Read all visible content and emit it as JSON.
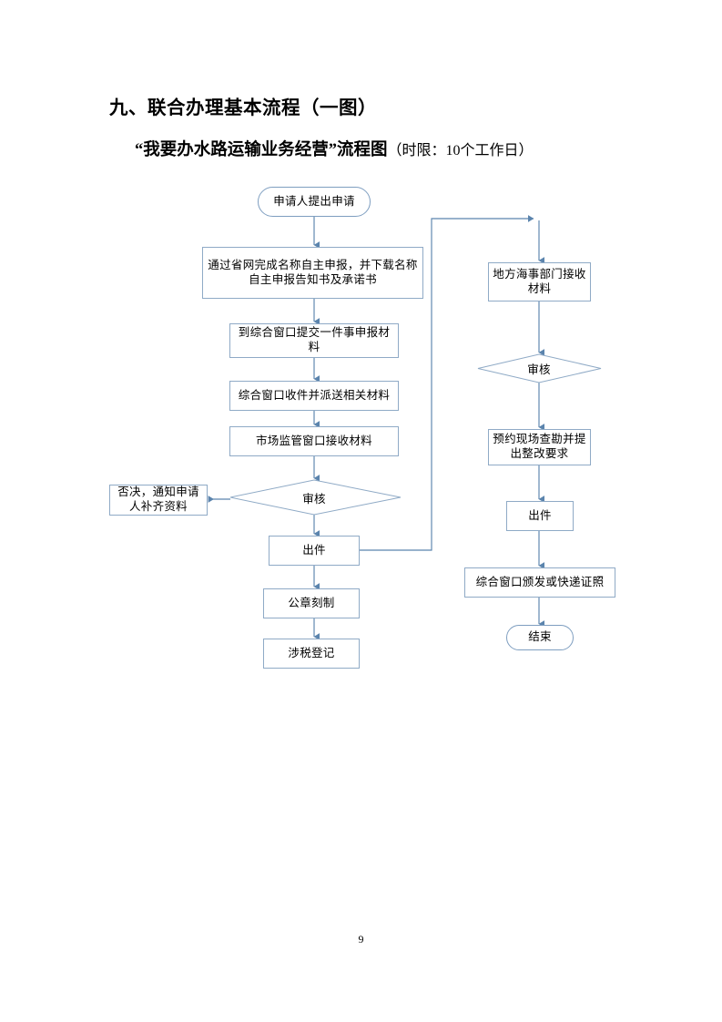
{
  "document": {
    "heading": "九、联合办理基本流程（一图）",
    "subtitle_main": "“我要办水路运输业务经营”流程图",
    "subtitle_note": "（时限：10个工作日）",
    "page_number": "9"
  },
  "theme": {
    "node_border": "#8faac6",
    "connector": "#5b84ad",
    "background": "#ffffff",
    "text": "#000000"
  },
  "flowchart": {
    "type": "flowchart",
    "orientation": "two-column, top-to-bottom with feedback loop",
    "left_column": {
      "start": "申请人提出申请",
      "step_province_net": "通过省网完成名称自主申报，并下载名称自主申报告知书及承诺书",
      "step_submit_window": "到综合窗口提交一件事申报材料",
      "step_window_receive": "综合窗口收件并派送相关材料",
      "step_market_supervision": "市场监管窗口接收材料",
      "decision_review": "审核",
      "reject_box": "否决，通知申请人补齐资料",
      "step_issue": "出件",
      "step_seal": "公章刻制",
      "step_tax": "涉税登记"
    },
    "right_column": {
      "step_maritime_receive": "地方海事部门接收材料",
      "decision_review": "审核",
      "step_site_survey": "预约现场查勘并提出整改要求",
      "step_issue": "出件",
      "step_deliver_license": "综合窗口颁发或快递证照",
      "end": "结束"
    },
    "connections": [
      {
        "from": "申请人提出申请",
        "to": "通过省网完成名称自主申报，并下载名称自主申报告知书及承诺书"
      },
      {
        "from": "通过省网完成名称自主申报，并下载名称自主申报告知书及承诺书",
        "to": "到综合窗口提交一件事申报材料"
      },
      {
        "from": "到综合窗口提交一件事申报材料",
        "to": "综合窗口收件并派送相关材料"
      },
      {
        "from": "综合窗口收件并派送相关材料",
        "to": "市场监管窗口接收材料"
      },
      {
        "from": "市场监管窗口接收材料",
        "to": "审核"
      },
      {
        "from": "审核",
        "to": "否决，通知申请人补齐资料"
      },
      {
        "from": "审核",
        "to": "出件"
      },
      {
        "from": "出件",
        "to": "公章刻制"
      },
      {
        "from": "公章刻制",
        "to": "涉税登记"
      },
      {
        "from": "出件",
        "to": "地方海事部门接收材料"
      },
      {
        "from": "地方海事部门接收材料",
        "to": "审核"
      },
      {
        "from": "审核",
        "to": "预约现场查勘并提出整改要求"
      },
      {
        "from": "预约现场查勘并提出整改要求",
        "to": "出件"
      },
      {
        "from": "出件",
        "to": "综合窗口颁发或快递证照"
      },
      {
        "from": "综合窗口颁发或快递证照",
        "to": "结束"
      }
    ]
  }
}
